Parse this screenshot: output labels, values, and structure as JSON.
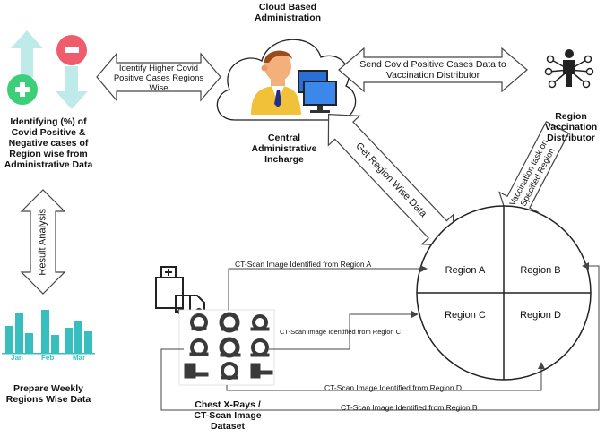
{
  "cloud": {
    "title": "Cloud Based Administration",
    "incharge": "Central Administrative Incharge"
  },
  "left_panel": {
    "identifying": "Identifying (%) of Covid Positive & Negative cases of Region wise from Administrative Data",
    "result_analysis": "Result Analysis",
    "prepare_weekly": "Prepare Weekly Regions Wise Data",
    "chart_months": [
      "Jan",
      "Feb",
      "Mar"
    ]
  },
  "arrows": {
    "identify_higher": "Identify Higher Covid Positive Cases Regions Wise",
    "send_positive": "Send Covid Positive Cases Data to Vaccination Distributor",
    "get_region_data": "Get Region Wise Data",
    "vaccination_task": "Vaccination task on Specified Region"
  },
  "distributor": {
    "label": "Region Vaccination Distributor"
  },
  "regions": {
    "a": "Region A",
    "b": "Region B",
    "c": "Region C",
    "d": "Region D"
  },
  "dataset": {
    "label": "Chest X-Rays / CT-Scan Image Dataset"
  },
  "flows": {
    "region_a": "CT-Scan Image Identified from Region A",
    "region_c": "CT-Scan Image Identified from Region C",
    "region_d": "CT-Scan Image Identified from Region D",
    "region_b": "CT-Scan Image Identified from Region B"
  },
  "colors": {
    "teal": "#37bfc0",
    "green": "#3ccf7a",
    "red": "#ef5d6c",
    "skin": "#f3b07a",
    "hair": "#9b4a1a",
    "shirt": "#f1c13a",
    "monitor": "#2a6fd6"
  }
}
